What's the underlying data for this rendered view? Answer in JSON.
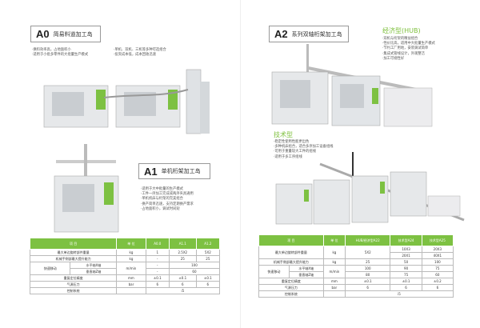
{
  "a0": {
    "code": "A0",
    "name": "简易料道加工岛",
    "bullets_left": [
      "·换料效率高，占地面积小",
      "·适用于小批多零件的大批量生产模式"
    ],
    "bullets_right": [
      "·单机、双机、三机等多种可选组合",
      "·投资成本低，成本回收迅速"
    ]
  },
  "a1": {
    "code": "A1",
    "name": "单机桁架加工岛",
    "bullets": [
      "·适用于大中批量的生产模式",
      "·工件一序加工完成或两序夹具通用",
      "·单机机床与桁架的完美组合",
      "·换产简单迅速，支持定期换产需求",
      "·占地面积小，调试时间短"
    ]
  },
  "a2": {
    "code": "A2",
    "name": "系列双轴桁架加工岛",
    "hub_title": "经济型(HUB)",
    "hub_bullets": [
      "·双机与桁架的精益组合",
      "·性价比高，适用中大批量生产模式",
      "·节约工厂用地，安装调试简单",
      "·集成式管线设计，外观整洁",
      "·加工可视性好"
    ],
    "tech_title": "技术型",
    "tech_bullets": [
      "·稳定性使用性能更出色",
      "·多种机床组合，适合多序加工设备组线",
      "·可用于重量较大工件的组线",
      "·适用于多工序组线"
    ]
  },
  "table_left": {
    "headers": [
      "项 目",
      "单 位",
      "A0.0",
      "A1.1",
      "A1.2"
    ],
    "rows": {
      "weight": {
        "label": "最大单边旋转部件重量",
        "unit": "kg",
        "v": [
          "1",
          "2.5X2",
          "5X2"
        ]
      },
      "lift": {
        "label": "机械手侧部最大提升能力",
        "unit": "kg",
        "v": [
          "-",
          "25",
          "25"
        ]
      },
      "rapid": "快速移动",
      "x": {
        "label": "水平轴X轴",
        "v0": "-",
        "v": "100"
      },
      "rapid_unit": "m/min",
      "z": {
        "label": "垂直轴Z轴",
        "v0": "-",
        "v": "60"
      },
      "prec": {
        "label": "重复定位精度",
        "unit": "mm",
        "v": [
          "±0.1",
          "±0.1",
          "±0.1"
        ]
      },
      "air": {
        "label": "气源压力",
        "unit": "bar",
        "v": [
          "6",
          "6",
          "6"
        ]
      },
      "ctrl": {
        "label": "控制系统",
        "v": "i5"
      }
    }
  },
  "table_right": {
    "headers": [
      "项 目",
      "单 位",
      "HUB/经济型A22",
      "技术型A24",
      "技术型A25"
    ],
    "rows": {
      "weight": {
        "label": "最大单边旋转部件重量",
        "unit": "kg",
        "v": [
          "5X2",
          "10X3",
          "20X3",
          "20X1",
          "40X1"
        ]
      },
      "lift": {
        "label": "机械手侧部最大提升能力",
        "unit": "kg",
        "v": [
          "25",
          "50",
          "100"
        ]
      },
      "rapid": "快速移动",
      "rapid_unit": "m/min",
      "x": {
        "label": "水平轴X轴",
        "v": [
          "100",
          "90",
          "75"
        ]
      },
      "z": {
        "label": "垂直轴Z轴",
        "v": [
          "80",
          "75",
          "60"
        ]
      },
      "prec": {
        "label": "重复定位精度",
        "unit": "mm",
        "v": [
          "±0.1",
          "±0.1",
          "±0.2"
        ]
      },
      "air": {
        "label": "气源压力",
        "unit": "bar",
        "v": [
          "6",
          "6",
          "6"
        ]
      },
      "ctrl": {
        "label": "控制系统",
        "v": "i5"
      }
    }
  },
  "colors": {
    "accent": "#7dc142"
  }
}
